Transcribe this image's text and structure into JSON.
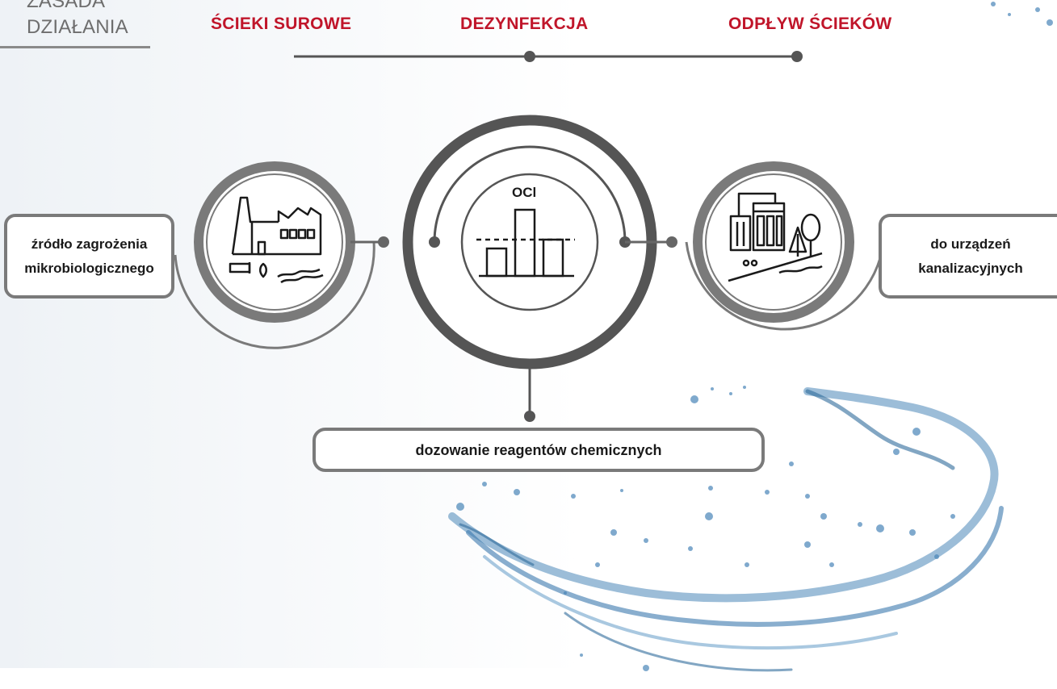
{
  "header": {
    "title_line1": "ZASADA",
    "title_line2": "DZIAŁANIA",
    "stages": [
      "ŚCIEKI SUROWE",
      "DEZYNFEKCJA",
      "ODPŁYW ŚCIEKÓW"
    ]
  },
  "diagram": {
    "left_box": [
      "źródło zagrożenia",
      "mikrobiologicznego"
    ],
    "center_symbol": "OCl",
    "right_box": [
      "do urządzeń",
      "kanalizacyjnych"
    ],
    "bottom_box": "dozowanie reagentów chemicznych"
  },
  "icons": [
    "factory-icon",
    "disinfection-chart-icon",
    "treatment-plant-icon",
    "water-splash-icon"
  ],
  "colors": {
    "accent": "#c0152a",
    "ring_dark": "#555555",
    "ring_mid": "#777777",
    "splash": "#4a86b8"
  }
}
